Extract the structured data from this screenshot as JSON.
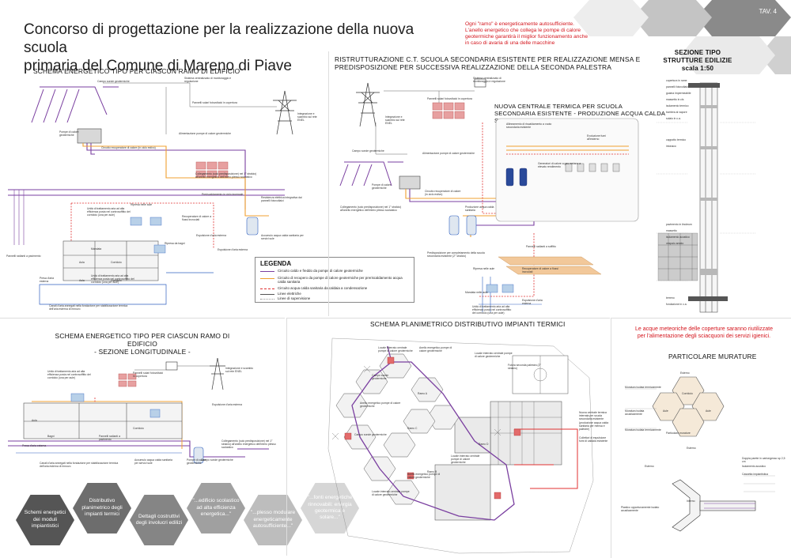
{
  "tav": "TAV. 4",
  "title_line1": "Concorso di progettazione per la realizzazione della nuova scuola",
  "title_line2": "primaria del Comune di Mareno di Piave",
  "note_top": [
    "Ogni \"ramo\" è energeticamente autosufficiente.",
    "L'anello energetico che collega le pompe di calore",
    "geotermiche garantirà il miglior funzionamento anche",
    "in caso di avaria di una delle macchine"
  ],
  "note_rain": [
    "Le acque meteoriche delle coperture saranno riutilizzate",
    "per l'alimentazione degli sciacquoni dei servizi igienici."
  ],
  "sections": {
    "schema_energetico": "SCHEMA ENERGETICO TIPO PER CIASCUN RAMO DI EDIFICIO",
    "ristrutturazione_1": "RISTRUTTURAZIONE C.T. SCUOLA SECONDARIA ESISTENTE PER REALIZZAZIONE MENSA E",
    "ristrutturazione_2": "PREDISPOSIZIONE PER SUCCESSIVA REALIZZAZIONE DELLA SECONDA PALESTRA",
    "nuova_centrale_1": "NUOVA CENTRALE TERMICA PER SCUOLA",
    "nuova_centrale_2": "SECONDARIA ESISTENTE - PRODUZIONE ACQUA CALDA",
    "nuova_centrale_3": "SANITARIA PER NUOVA MENSA E PALESTRE",
    "sezione_tipo_1": "SEZIONE TIPO",
    "sezione_tipo_2": "STRUTTURE EDILIZIE",
    "sezione_tipo_3": "scala 1:50",
    "schema_sezione_1": "SCHEMA ENERGETICO TIPO PER CIASCUN RAMO DI EDIFICIO",
    "schema_sezione_2": "- SEZIONE LONGITUDINALE -",
    "schema_planimetrico": "SCHEMA PLANIMETRICO DISTRIBUTIVO IMPIANTI TERMICI",
    "particolare_murature": "PARTICOLARE MURATURE"
  },
  "legend": {
    "title": "LEGENDA",
    "rows": [
      {
        "label": "Circuito caldo e freddo da pompe di calore geotermiche",
        "color": "#7a3fa0",
        "style": "solid"
      },
      {
        "label": "Circuito di recupero da pompe di calore geotermiche per preriscaldamento acqua calda sanitaria",
        "color": "#f0a030",
        "style": "solid"
      },
      {
        "label": "Circuito acqua calda sanitaria da caldaia a condensazione",
        "color": "#e03030",
        "style": "dashed"
      },
      {
        "label": "Linee elettriche",
        "color": "#555555",
        "style": "solid"
      },
      {
        "label": "Linee di supervisione",
        "color": "#999999",
        "style": "dotted"
      }
    ]
  },
  "labels": {
    "campo_sonde": "Campo sonde geotermiche",
    "sistema_centralizzato": "Sistema centralizzato di monitoraggio e regolazione",
    "pannelli_solari": "Pannelli solari fotovoltaici in copertura",
    "integrazione_enel": "Integrazione e scambio sul rete ENEL",
    "pompa_calore": "Pompe di calore geotermiche",
    "alimentazione_pompe": "Alimentazione pompe di calore geotermiche",
    "circuito_recuperatore": "Circuito recuperatore di calore (in ciclo estivo)",
    "collegamento": "Collegamento (solo predisposizione) nel 1° stralcio) all'anello energetico dell'intero plesso scolastico",
    "preriscaldamento": "Preriscaldamento in ciclo invernale",
    "resistenza": "Resistenza elettrica integrativa dai pannelli fotovoltaici",
    "accumulo": "Accumulo acqua calda sanitaria per servizi sule",
    "ripresa_aule": "Ripresa nelle aule",
    "recuperatore": "Recuperatore di calore a flussi incrociati",
    "espulsione": "Espulsione d'aria esterna",
    "ripresa_bagni": "Ripresa da bagni",
    "pannelli_radianti": "Pannelli radianti a pavimento",
    "presa_aria": "Presa d'aria esterna",
    "canali_aria": "Canali d'aria annegati nella fondazione per stabilizzazione termica dell'aria esterna di rinnovo",
    "unita_trattamento": "Unità di trattamento aria ad alta efficienza posta nel controsoffitto del corridoio (una per aule)",
    "mandata": "Mandata",
    "aula": "Aula",
    "corridoio": "Corridoio",
    "ripresa": "Ripresa",
    "bagni": "Bagni",
    "produzione_acqua": "Produzione acqua calda sanitaria",
    "pannelli_soffitto": "Pannelli radianti a soffitto",
    "mandata_aule": "Mandata nelle aule",
    "predisposizione": "Predisposizione per completamento della scuola secondaria esistente (2° stralcio)",
    "allineamento": "Allineamento di riscaldamento a vuoto secondaria esistente",
    "evoluzione": "Evoluzione fumi all'esterno",
    "generatori": "Generatori di calore a gas metano a elevato rendimento",
    "locale_interrato": "Locale interrato centrale pompe di calore geotermiche",
    "anello_energetico": "Anello energetico pompe di calore geotermiche",
    "nuova_centrale": "Nuova centrale termica interrata per scuola secondaria esistente (produzione acqua calda sanitaria per mensa e palestre)",
    "futura_palestra": "Futura seconda palestra (2° stralcio)",
    "collettori": "Collettori di espulsione fumi di caldaia esistente",
    "ramo_a": "Ramo A",
    "ramo_b": "Ramo B",
    "ramo_c": "Ramo C",
    "ramo_d": "Ramo D",
    "muratura_1": "Muratura isolata termicamente",
    "muratura_2": "Muratura isolata acusticamente",
    "particolare_murature_lbl": "Particolare murature",
    "aule": "Aule",
    "corridoio_m": "Corridoio",
    "esterno": "Esterno",
    "interno": "Interno",
    "sezione_labels": [
      "copertura in rame",
      "pannelli fotovoltaici",
      "guaina impermeabile",
      "massetto in cls",
      "isolamento termico",
      "barriera al vapore",
      "solaio in c.a.",
      "cappotto termico",
      "intonaco",
      "pavimento in linoleum",
      "massetto",
      "isolamento acustico",
      "vespaio areato",
      "terreno",
      "fondazione in c.a."
    ],
    "doppia_parete": "Doppia parete in cartongesso sp 2,5 cm",
    "isolamento_acustico": "Isolamento acustico",
    "cassetta": "Cassetta impiantistica",
    "plastico": "Plastico opportunamente isolato acusticamente"
  },
  "hex_tiles": [
    {
      "text": "Schemi energetici dei moduli impiantistici",
      "color": "#555555"
    },
    {
      "text": "Distributivo planimetrico degli impianti termici",
      "color": "#6d6d6d"
    },
    {
      "text": "Dettagli costruttivi degli involucri edilizi",
      "color": "#858585"
    },
    {
      "text": "\"...edificio scolastico ad alta efficienza energetica...\"",
      "color": "#a0a0a0"
    },
    {
      "text": "\"...plesso modulare energeticamente autosufficiente...\"",
      "color": "#bdbdbd"
    },
    {
      "text": "\"...fonti energetiche rinnovabili: energia geotermica e solare...\"",
      "color": "#d6d6d6"
    }
  ],
  "accent_colors": {
    "purple": "#7a3fa0",
    "orange": "#f0a030",
    "red": "#e03030",
    "blue": "#3060c0"
  }
}
